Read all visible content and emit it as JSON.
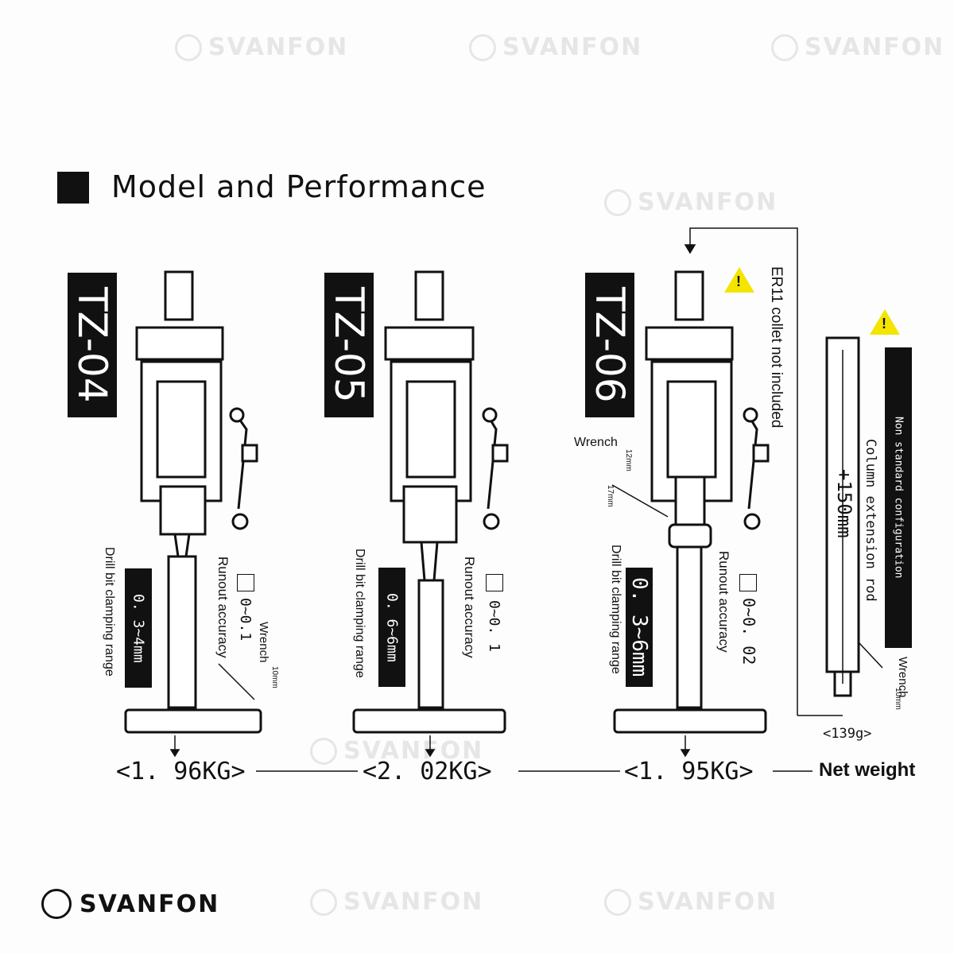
{
  "watermark": "SVANFON",
  "header": {
    "title": "Model and Performance"
  },
  "models": [
    {
      "name": "TZ-04",
      "runout_label": "Runout accuracy",
      "runout_value": "0~0.1",
      "clamp_label": "Drill bit clamping range",
      "clamp_range": "0. 3~4mm",
      "wrench_label": "Wrench",
      "wrench_size": "10mm",
      "weight": "<1. 96KG>"
    },
    {
      "name": "TZ-05",
      "runout_label": "Runout accuracy",
      "runout_value": "0~0. 1",
      "clamp_label": "Drill bit clamping range",
      "clamp_range": "0. 6~6mm",
      "weight": "<2. 02KG>"
    },
    {
      "name": "TZ-06",
      "runout_label": "Runout accuracy",
      "runout_value": "0~0. 02",
      "clamp_label": "Drill bit clamping range",
      "clamp_range": "0. 3~6mm",
      "wrench_label": "Wrench",
      "wrench_size_1": "12mm",
      "wrench_size_2": "17mm",
      "collet_note": "ER11 collet not included",
      "weight": "<1. 95KG>"
    }
  ],
  "extension": {
    "badge": "Non standard configuration",
    "label": "Column extension rod",
    "length": "+150mm",
    "wrench_label": "Wrench",
    "wrench_size": "10mm",
    "weight": "<139g>"
  },
  "net_weight_label": "Net weight",
  "brand": {
    "name": "SVANFON"
  },
  "colors": {
    "warning": "#f3e500",
    "ink": "#111111"
  }
}
